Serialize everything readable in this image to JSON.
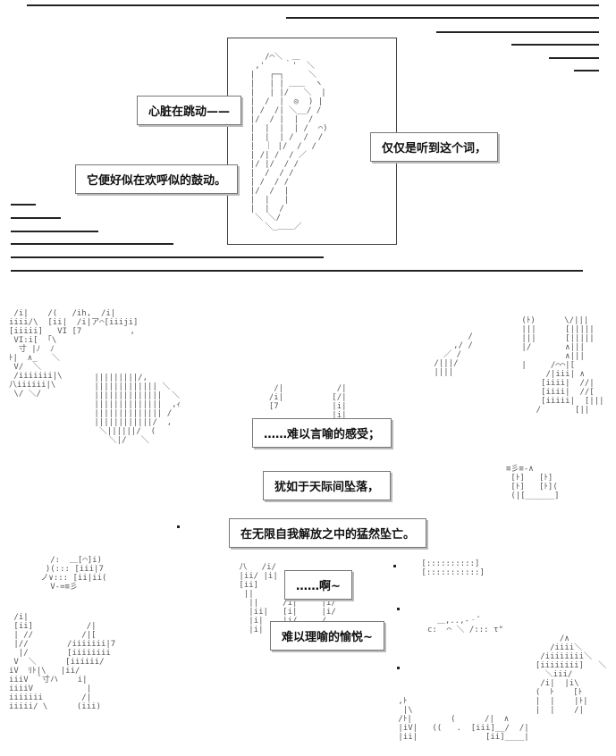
{
  "panel_top": {
    "captions": {
      "heart_beating": "心脏在跳动——",
      "just_hearing": "仅仅是听到这个词，",
      "cheering": "它便好似在欢呼似的鼓动。"
    }
  },
  "panel_bottom": {
    "captions": {
      "indescribable": "……难以言喻的感受；",
      "falling": "犹如于天际间坠落，",
      "fierce_fall": "在无限自我解放之中的猛然坠亡。",
      "ah": "……啊~",
      "pleasure": "难以理喻的愉悦~"
    }
  }
}
